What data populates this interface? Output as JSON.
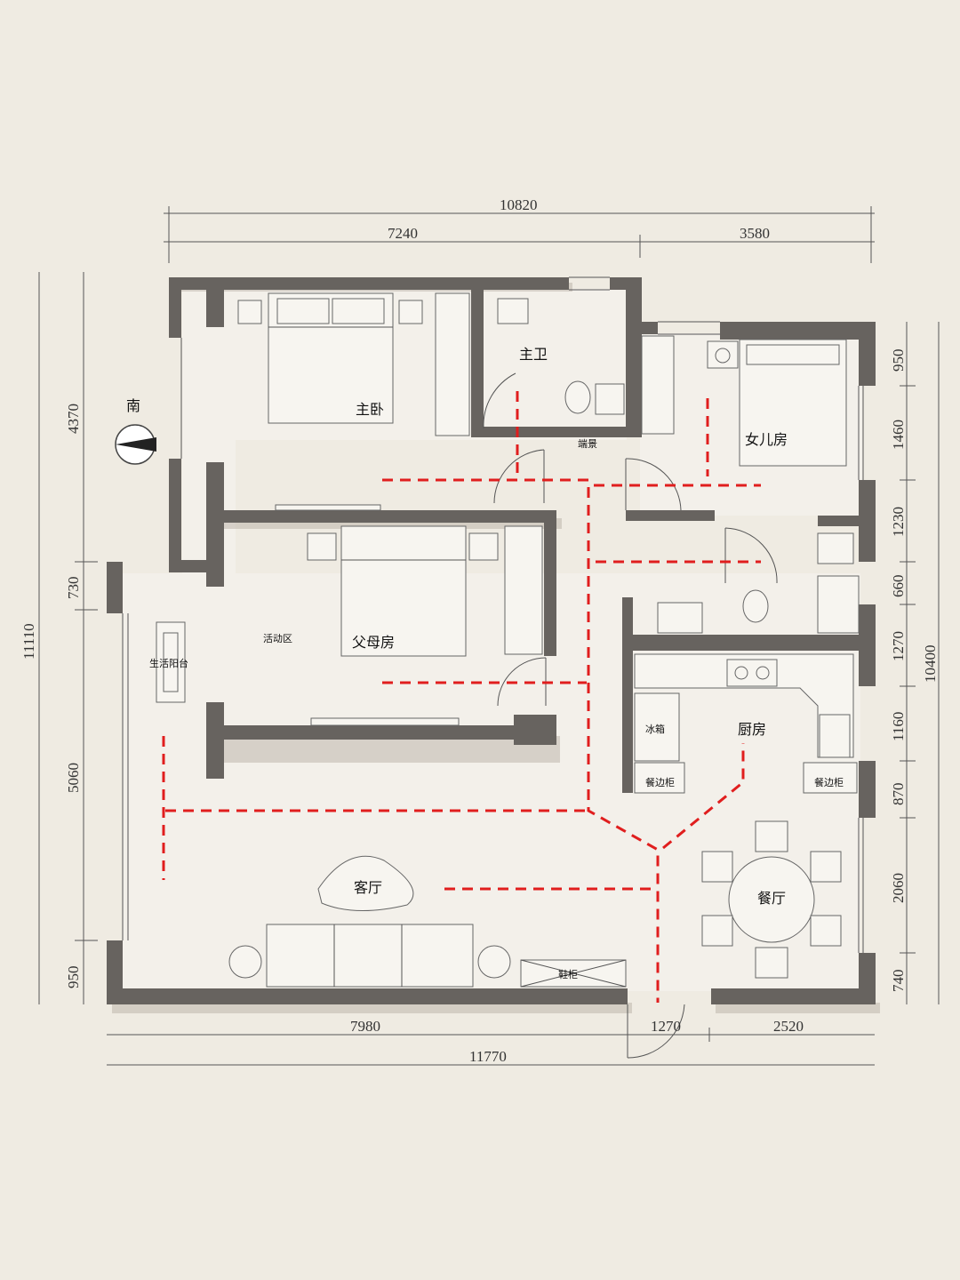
{
  "rooms": {
    "master_bedroom": "主卧",
    "master_bath": "主卫",
    "entry_view": "端景",
    "daughter_room": "女儿房",
    "parents_room": "父母房",
    "activity_area": "活动区",
    "utility_balcony": "生活阳台",
    "living_room": "客厅",
    "dining_room": "餐厅",
    "kitchen": "厨房",
    "fridge": "冰箱",
    "sideboard_left": "餐边柜",
    "sideboard_right": "餐边柜",
    "shoe_cabinet": "鞋柜"
  },
  "compass": {
    "label": "南"
  },
  "dimensions": {
    "top_total": "10820",
    "top_left": "7240",
    "top_right": "3580",
    "left_total": "11110",
    "left_1": "4370",
    "left_2": "730",
    "left_3": "5060",
    "left_4": "950",
    "right_total": "10400",
    "right_1": "950",
    "right_2": "1460",
    "right_3": "1230",
    "right_4": "660",
    "right_5": "1270",
    "right_6": "1160",
    "right_7": "870",
    "right_8": "2060",
    "right_9": "740",
    "bottom_1": "7980",
    "bottom_2": "1270",
    "bottom_3": "2520",
    "bottom_total": "11770"
  },
  "colors": {
    "background": "#efebe2",
    "wall": "#67635f",
    "circulation_path": "#e01e1e"
  }
}
